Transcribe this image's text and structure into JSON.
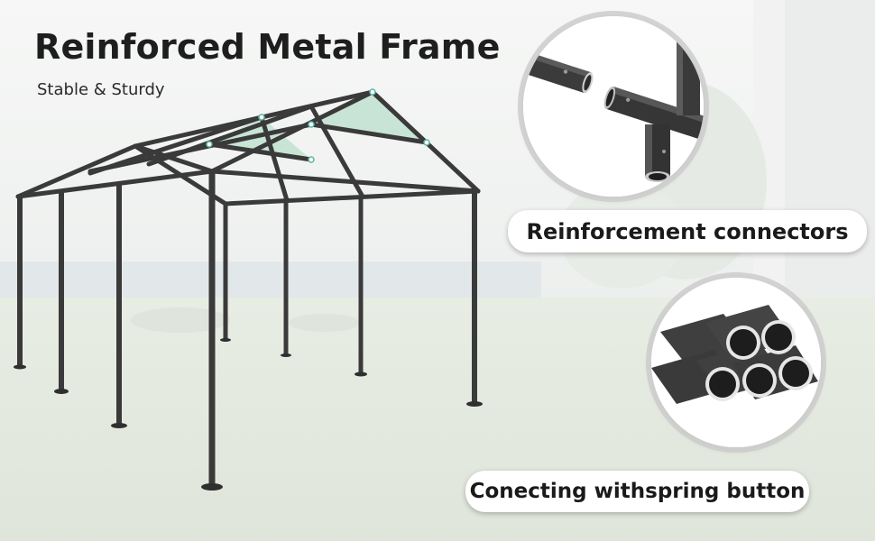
{
  "heading": {
    "title": "Reinforced Metal Frame",
    "subtitle": "Stable & Sturdy"
  },
  "callouts": [
    {
      "label": "Reinforcement connectors",
      "icon": "pipe-connector-icon"
    },
    {
      "label": "Conecting withspring button",
      "icon": "tube-bundle-icon"
    }
  ],
  "colors": {
    "frame": "#3a3a3a",
    "panel": "#bfe0d0",
    "joint": "#5fb3a6",
    "background": "#eef0ee"
  }
}
